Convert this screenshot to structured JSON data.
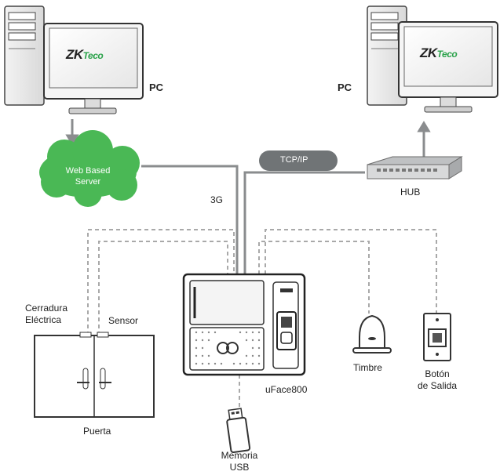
{
  "logo": {
    "prefix": "ZK",
    "suffix": "Teco"
  },
  "pc_left": {
    "label": "PC"
  },
  "pc_right": {
    "label": "PC"
  },
  "cloud": {
    "line1": "Web Based",
    "line2": "Server"
  },
  "tcpip": {
    "label": "TCP/IP"
  },
  "hub": {
    "label": "HUB"
  },
  "link_3g": {
    "label": "3G"
  },
  "lock": {
    "line1": "Cerradura",
    "line2": "Eléctrica"
  },
  "sensor": {
    "label": "Sensor"
  },
  "door": {
    "label": "Puerta"
  },
  "device": {
    "label": "uFace800"
  },
  "bell": {
    "label": "Timbre"
  },
  "exit_button": {
    "line1": "Botón",
    "line2": "de Salida"
  },
  "usb": {
    "line1": "Memoria",
    "line2": "USB"
  },
  "colors": {
    "cloud": "#4ab855",
    "pill": "#707476",
    "line": "#8a8c8e",
    "dashed": "#a9a9a9",
    "logo_accent": "#2aa24a"
  }
}
